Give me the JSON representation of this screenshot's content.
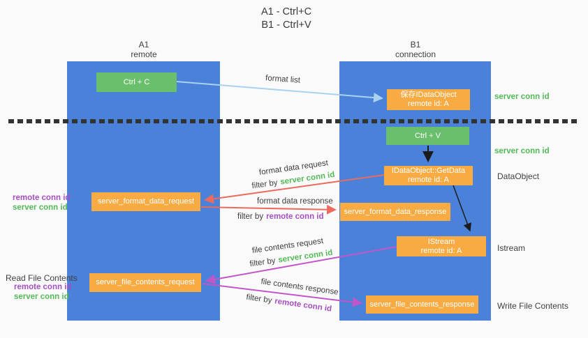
{
  "title": {
    "line1": "A1 - Ctrl+C",
    "line2": "B1 - Ctrl+V"
  },
  "lifelines": {
    "a1": {
      "name": "A1",
      "role": "remote"
    },
    "b1": {
      "name": "B1",
      "role": "connection"
    }
  },
  "nodes": {
    "ctrl_c": {
      "label": "Ctrl + C"
    },
    "ctrl_v": {
      "label": "Ctrl + V"
    },
    "save_dataobject": {
      "line1": "保存IDataObject",
      "line2": "remote id: A"
    },
    "getdata": {
      "line1": "IDataObject::GetData",
      "line2": "remote id: A"
    },
    "istream": {
      "line1": "IStream",
      "line2": "remote id: A"
    },
    "format_request": {
      "label": "server_format_data_request"
    },
    "format_response": {
      "label": "server_format_data_response"
    },
    "file_request": {
      "label": "server_file_contents_request"
    },
    "file_response": {
      "label": "server_file_contents_response"
    }
  },
  "labels": {
    "format_list": "format list",
    "format_data_request": "format data request",
    "format_data_response": "format data response",
    "file_contents_request": "file contents request",
    "file_contents_response": "file contents response",
    "filter_by": "filter by",
    "server_conn_id": "server conn id",
    "remote_conn_id": "remote conn id",
    "dataobject": "DataObject",
    "istream": "Istream",
    "read_file_contents": "Read File Contents",
    "write_file_contents": "Write File Contents"
  },
  "colors": {
    "lifeline_blue": "#4a81d9",
    "action_green": "#6abf6d",
    "message_orange": "#f8ab42",
    "green_text": "#53b957",
    "purple_text": "#a650c0",
    "red_arrow": "#ed6a5f",
    "magenta_arrow": "#c256c8",
    "lightblue_arrow": "#a9d2ef",
    "black_arrow": "#1c1c1c"
  }
}
